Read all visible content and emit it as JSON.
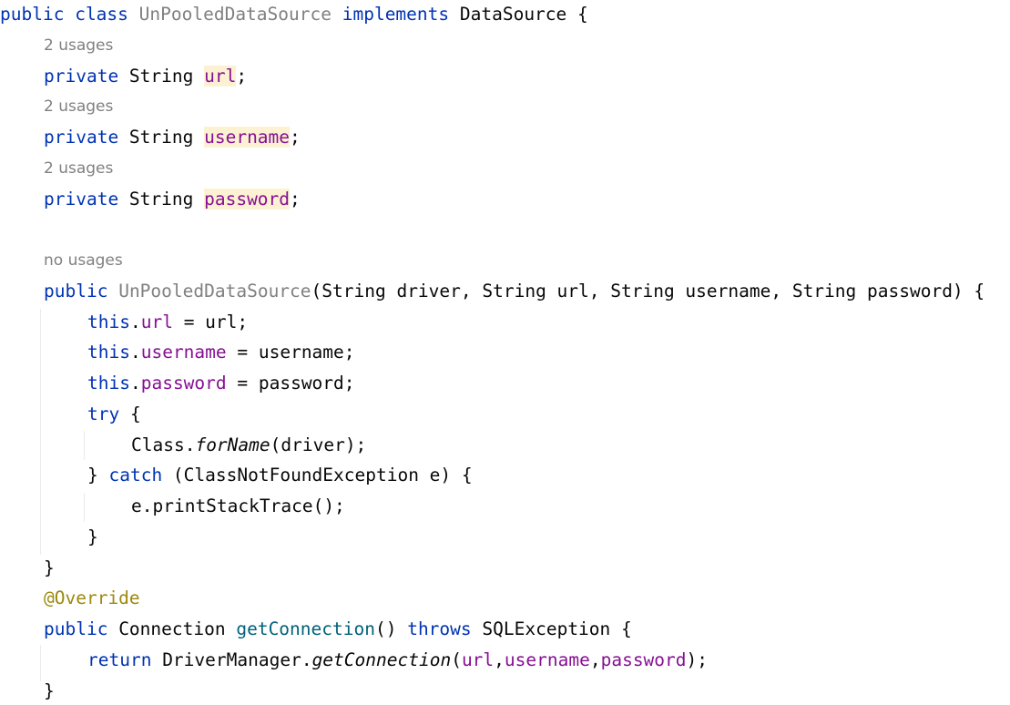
{
  "editor": {
    "language": "java",
    "colors": {
      "keyword": "#0033b3",
      "field": "#871094",
      "method": "#00627a",
      "annotation": "#9e880d",
      "hint": "#808080",
      "highlight": "#fcf1d2",
      "text": "#080808"
    },
    "lines": [
      {
        "kind": "code",
        "indent": 0,
        "tokens": [
          {
            "t": "public",
            "c": "kw"
          },
          {
            "t": " "
          },
          {
            "t": "class",
            "c": "kw"
          },
          {
            "t": " "
          },
          {
            "t": "UnPooledDataSource",
            "c": "cls-unused"
          },
          {
            "t": " "
          },
          {
            "t": "implements",
            "c": "kw"
          },
          {
            "t": " DataSource {"
          }
        ]
      },
      {
        "kind": "hint",
        "indent": 1,
        "text": "2 usages"
      },
      {
        "kind": "code",
        "indent": 1,
        "tokens": [
          {
            "t": "private",
            "c": "kw"
          },
          {
            "t": " String "
          },
          {
            "t": "url",
            "c": "fld hl"
          },
          {
            "t": ";"
          }
        ]
      },
      {
        "kind": "hint",
        "indent": 1,
        "text": "2 usages"
      },
      {
        "kind": "code",
        "indent": 1,
        "tokens": [
          {
            "t": "private",
            "c": "kw"
          },
          {
            "t": " String "
          },
          {
            "t": "username",
            "c": "fld hl"
          },
          {
            "t": ";"
          }
        ]
      },
      {
        "kind": "hint",
        "indent": 1,
        "text": "2 usages"
      },
      {
        "kind": "code",
        "indent": 1,
        "tokens": [
          {
            "t": "private",
            "c": "kw"
          },
          {
            "t": " String "
          },
          {
            "t": "password",
            "c": "fld hl"
          },
          {
            "t": ";"
          }
        ]
      },
      {
        "kind": "blank"
      },
      {
        "kind": "hint",
        "indent": 1,
        "text": "no usages"
      },
      {
        "kind": "code",
        "indent": 1,
        "tokens": [
          {
            "t": "public",
            "c": "kw"
          },
          {
            "t": " "
          },
          {
            "t": "UnPooledDataSource",
            "c": "cls-unused"
          },
          {
            "t": "(String driver, String url, String username, String password) {"
          }
        ]
      },
      {
        "kind": "code",
        "indent": 2,
        "tokens": [
          {
            "t": "this",
            "c": "kw"
          },
          {
            "t": "."
          },
          {
            "t": "url",
            "c": "fld"
          },
          {
            "t": " = url;"
          }
        ]
      },
      {
        "kind": "code",
        "indent": 2,
        "tokens": [
          {
            "t": "this",
            "c": "kw"
          },
          {
            "t": "."
          },
          {
            "t": "username",
            "c": "fld"
          },
          {
            "t": " = username;"
          }
        ]
      },
      {
        "kind": "code",
        "indent": 2,
        "tokens": [
          {
            "t": "this",
            "c": "kw"
          },
          {
            "t": "."
          },
          {
            "t": "password",
            "c": "fld"
          },
          {
            "t": " = password;"
          }
        ]
      },
      {
        "kind": "code",
        "indent": 2,
        "tokens": [
          {
            "t": "try",
            "c": "kw"
          },
          {
            "t": " {"
          }
        ]
      },
      {
        "kind": "code",
        "indent": 3,
        "tokens": [
          {
            "t": "Class."
          },
          {
            "t": "forName",
            "c": "ital"
          },
          {
            "t": "(driver);"
          }
        ]
      },
      {
        "kind": "code",
        "indent": 2,
        "tokens": [
          {
            "t": "} "
          },
          {
            "t": "catch",
            "c": "kw"
          },
          {
            "t": " (ClassNotFoundException e) {"
          }
        ]
      },
      {
        "kind": "code",
        "indent": 3,
        "tokens": [
          {
            "t": "e.printStackTrace();"
          }
        ]
      },
      {
        "kind": "code",
        "indent": 2,
        "tokens": [
          {
            "t": "}"
          }
        ]
      },
      {
        "kind": "code",
        "indent": 1,
        "tokens": [
          {
            "t": "}"
          }
        ]
      },
      {
        "kind": "code",
        "indent": 1,
        "tokens": [
          {
            "t": "@Override",
            "c": "anno"
          }
        ]
      },
      {
        "kind": "code",
        "indent": 1,
        "tokens": [
          {
            "t": "public",
            "c": "kw"
          },
          {
            "t": " Connection "
          },
          {
            "t": "getConnection",
            "c": "meth"
          },
          {
            "t": "() "
          },
          {
            "t": "throws",
            "c": "kw"
          },
          {
            "t": " SQLException {"
          }
        ]
      },
      {
        "kind": "code",
        "indent": 2,
        "tokens": [
          {
            "t": "return",
            "c": "kw"
          },
          {
            "t": " DriverManager."
          },
          {
            "t": "getConnection",
            "c": "ital"
          },
          {
            "t": "("
          },
          {
            "t": "url",
            "c": "fld"
          },
          {
            "t": ","
          },
          {
            "t": "username",
            "c": "fld"
          },
          {
            "t": ","
          },
          {
            "t": "password",
            "c": "fld"
          },
          {
            "t": ");"
          }
        ]
      },
      {
        "kind": "code",
        "indent": 1,
        "tokens": [
          {
            "t": "}"
          }
        ]
      }
    ]
  }
}
